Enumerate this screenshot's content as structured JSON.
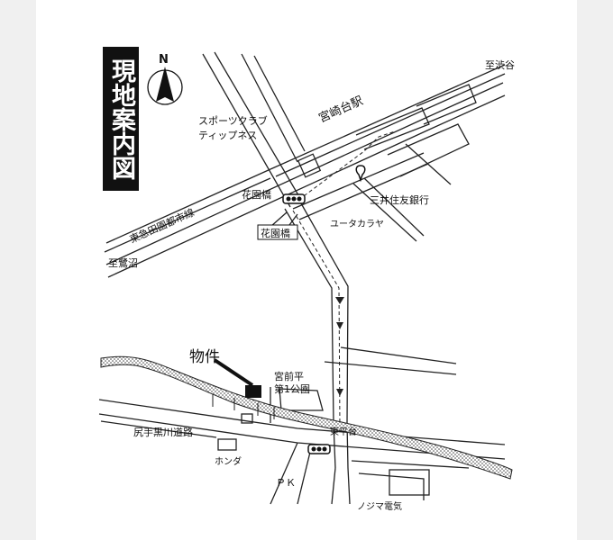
{
  "map": {
    "title": "現地案内図",
    "north": "N",
    "property": "物件",
    "labels": {
      "shibuya": "至渋谷",
      "miyazakidai_station": "宮崎台駅",
      "sports_club_line1": "スポーツクラブ",
      "sports_club_line2": "ティップネス",
      "hanazonobashi_top": "花園橋",
      "hanazonobashi_box": "花園橋",
      "mitsui_bank": "三井住友銀行",
      "yutakaraya": "ユータカラヤ",
      "denentoshi_line": "東急田園都市線",
      "saginuma": "至鷺沼",
      "park_line1": "宮前平",
      "park_line2": "第1公園",
      "higashihiradai": "東平台",
      "road": "尻手黒川道路",
      "honda": "ホンダ",
      "pk": "ＰＫ",
      "nojima": "ノジマ電気"
    }
  }
}
